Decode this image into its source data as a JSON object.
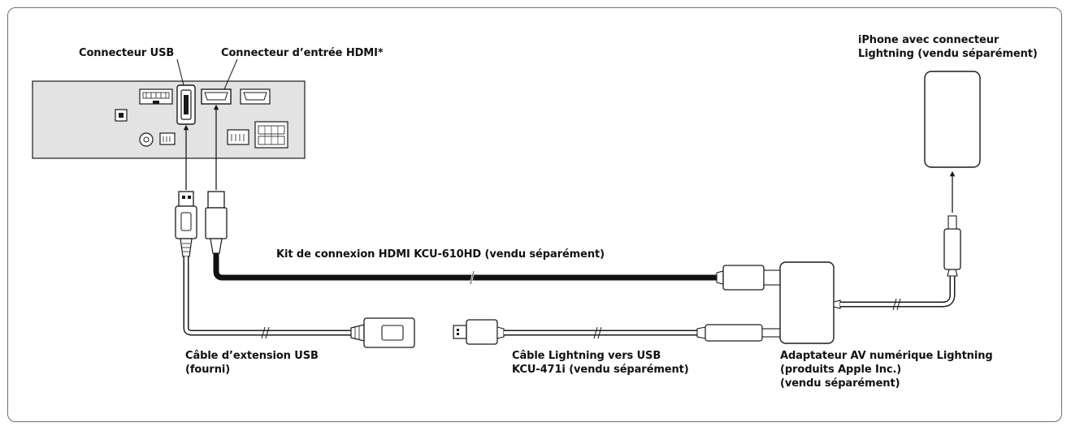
{
  "labels": {
    "usb_connector": "Connecteur USB",
    "hdmi_input_connector": "Connecteur d’entrée HDMI*",
    "iphone": "iPhone avec connecteur\nLightning (vendu séparément)",
    "hdmi_kit": "Kit de connexion HDMI KCU-610HD (vendu séparément)",
    "usb_extension_cable": "Câble d’extension USB\n(fourni)",
    "lightning_usb_cable": "Câble Lightning vers USB\nKCU-471i (vendu séparément)",
    "av_adapter": "Adaptateur AV numérique Lightning\n(produits Apple Inc.)\n(vendu séparément)"
  },
  "colors": {
    "unit_fill": "#e3e3e3",
    "line": "#1a1a1a",
    "hdmi_cable": "#111111"
  }
}
